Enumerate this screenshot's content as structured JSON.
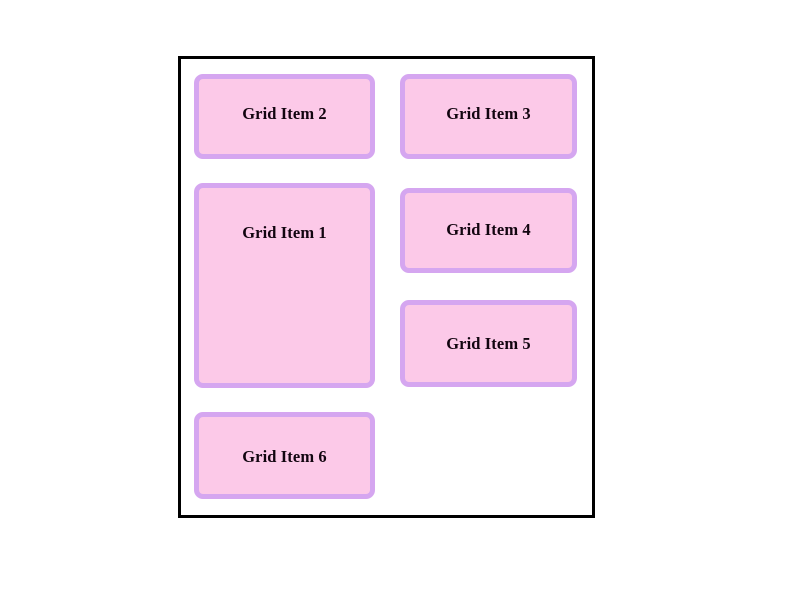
{
  "page": {
    "background_color": "#ffffff"
  },
  "grid_container": {
    "border_color": "#000000",
    "background_color": "#ffffff"
  },
  "style": {
    "item_fill_color": "#fcc9e8",
    "item_border_color": "#d5a6f0",
    "item_text_color": "#120510"
  },
  "grid_items": [
    {
      "id": "item-1",
      "label": "Grid Item 1",
      "column": "left",
      "order": 2
    },
    {
      "id": "item-2",
      "label": "Grid Item 2",
      "column": "left",
      "order": 1
    },
    {
      "id": "item-3",
      "label": "Grid Item 3",
      "column": "right",
      "order": 1
    },
    {
      "id": "item-4",
      "label": "Grid Item 4",
      "column": "right",
      "order": 2
    },
    {
      "id": "item-5",
      "label": "Grid Item 5",
      "column": "right",
      "order": 3
    },
    {
      "id": "item-6",
      "label": "Grid Item 6",
      "column": "left",
      "order": 3
    }
  ]
}
